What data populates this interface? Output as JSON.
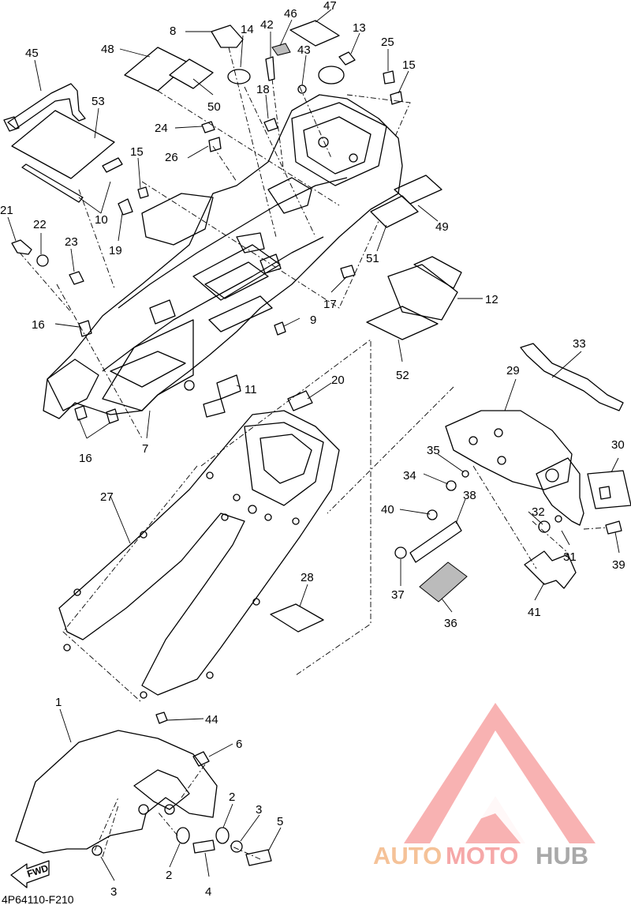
{
  "diagram": {
    "code": "4P64110-F210",
    "fwd_label": "FWD",
    "brand": {
      "part1": "AUTO",
      "part2": "MOTO",
      "part3": "HUB",
      "color1": "#f5c298",
      "color2": "#f6a8a8",
      "color3": "#a9a9a9",
      "logo_color": "#f48a8a"
    },
    "callouts": [
      "1",
      "2",
      "2",
      "3",
      "3",
      "4",
      "5",
      "6",
      "7",
      "8",
      "9",
      "10",
      "11",
      "12",
      "13",
      "14",
      "15",
      "15",
      "16",
      "16",
      "17",
      "18",
      "19",
      "20",
      "21",
      "22",
      "23",
      "24",
      "25",
      "26",
      "27",
      "28",
      "29",
      "30",
      "31",
      "32",
      "33",
      "34",
      "35",
      "36",
      "37",
      "38",
      "39",
      "40",
      "41",
      "42",
      "43",
      "44",
      "45",
      "46",
      "47",
      "48",
      "49",
      "50",
      "51",
      "52",
      "53"
    ]
  }
}
